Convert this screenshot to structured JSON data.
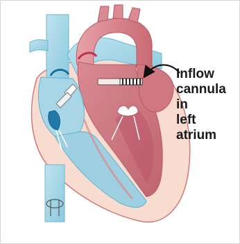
{
  "figure": {
    "callout_lines": [
      "Inflow",
      "cannula in",
      "left atrium"
    ]
  },
  "colors": {
    "right_heart": "#a8d8e8",
    "right_heart_dark": "#5fb3cf",
    "left_heart": "#d9848c",
    "left_heart_dark": "#b8505c",
    "myocardium": "#f5d5c8",
    "outline": "#c0504d",
    "valve": "#1a6f9a",
    "cannula": "#7a4a4a"
  },
  "icons": {
    "cannula_tip": "striped-cannula-tip",
    "leader_line": "curved-arrow"
  }
}
